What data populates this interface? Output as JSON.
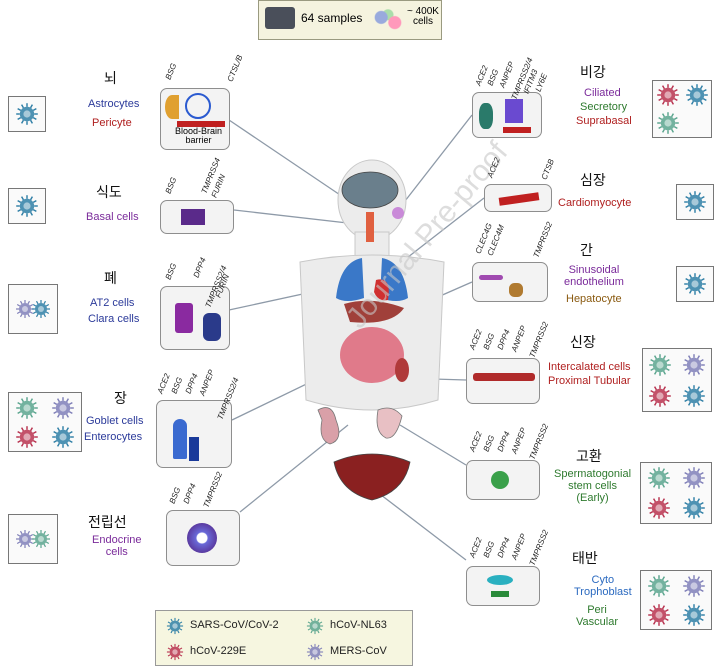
{
  "header": {
    "samples": "64 samples",
    "cells": "~ 400K\ncells"
  },
  "organs": {
    "brain": {
      "name": "뇌",
      "cells": [
        "Astrocytes",
        "Pericyte"
      ],
      "receptors": [
        "BSG",
        "CTSL/B"
      ],
      "bbb": "Blood-Brain\nbarrier"
    },
    "esophagus": {
      "name": "식도",
      "cells": [
        "Basal cells"
      ],
      "receptors": [
        "BSG",
        "TMPRSS4",
        "FURIN"
      ]
    },
    "lung": {
      "name": "폐",
      "cells": [
        "AT2 cells",
        "Clara cells"
      ],
      "receptors": [
        "BSG",
        "DPP4",
        "TMPRSS2/4",
        "FURIN"
      ]
    },
    "intestine": {
      "name": "장",
      "cells": [
        "Goblet cells",
        "Enterocytes"
      ],
      "receptors": [
        "ACE2",
        "BSG",
        "DPP4",
        "ANPEP",
        "TMPRSS2/4"
      ]
    },
    "prostate": {
      "name": "전립선",
      "cells": [
        "Endocrine\ncells"
      ],
      "receptors": [
        "BSG",
        "DPP4",
        "TMPRSS2"
      ]
    },
    "nose": {
      "name": "비강",
      "cells": [
        "Ciliated",
        "Secretory",
        "Suprabasal"
      ],
      "receptors": [
        "ACE2",
        "BSG",
        "ANPEP",
        "TMPRSS2/4",
        "IFITM3",
        "LY6E"
      ]
    },
    "heart": {
      "name": "심장",
      "cells": [
        "Cardiomyocyte"
      ],
      "receptors": [
        "ACE2",
        "CTSB"
      ]
    },
    "liver": {
      "name": "간",
      "cells": [
        "Sinusoidal\nendothelium",
        "Hepatocyte"
      ],
      "receptors": [
        "CLEC4G",
        "CLEC4M",
        "TMPRSS2"
      ]
    },
    "kidney": {
      "name": "신장",
      "cells": [
        "Intercalated cells",
        "Proximal Tubular"
      ],
      "receptors": [
        "ACE2",
        "BSG",
        "DPP4",
        "ANPEP",
        "TMPRSS2"
      ]
    },
    "testis": {
      "name": "고환",
      "cells": [
        "Spermatogonial\nstem cells\n(Early)"
      ],
      "receptors": [
        "ACE2",
        "BSG",
        "DPP4",
        "ANPEP",
        "TMPRSS2"
      ]
    },
    "placenta": {
      "name": "태반",
      "cells": [
        "Cyto\nTrophoblast",
        "Peri\nVascular"
      ],
      "receptors": [
        "ACE2",
        "BSG",
        "DPP4",
        "ANPEP",
        "TMPRSS2"
      ]
    }
  },
  "watermark": "Journal Pre-proof",
  "legend": [
    {
      "label": "SARS-CoV/CoV-2",
      "color": "#2f7fa6"
    },
    {
      "label": "hCoV-NL63",
      "color": "#5aa58e"
    },
    {
      "label": "hCoV-229E",
      "color": "#b8324f"
    },
    {
      "label": "MERS-CoV",
      "color": "#7f7fb8"
    }
  ],
  "colors": {
    "blue_label": "#2b3a9a",
    "red_label": "#b02020",
    "green_label": "#2e7a2e",
    "purple_label": "#7a2a9a",
    "brown_label": "#8a5a10"
  }
}
